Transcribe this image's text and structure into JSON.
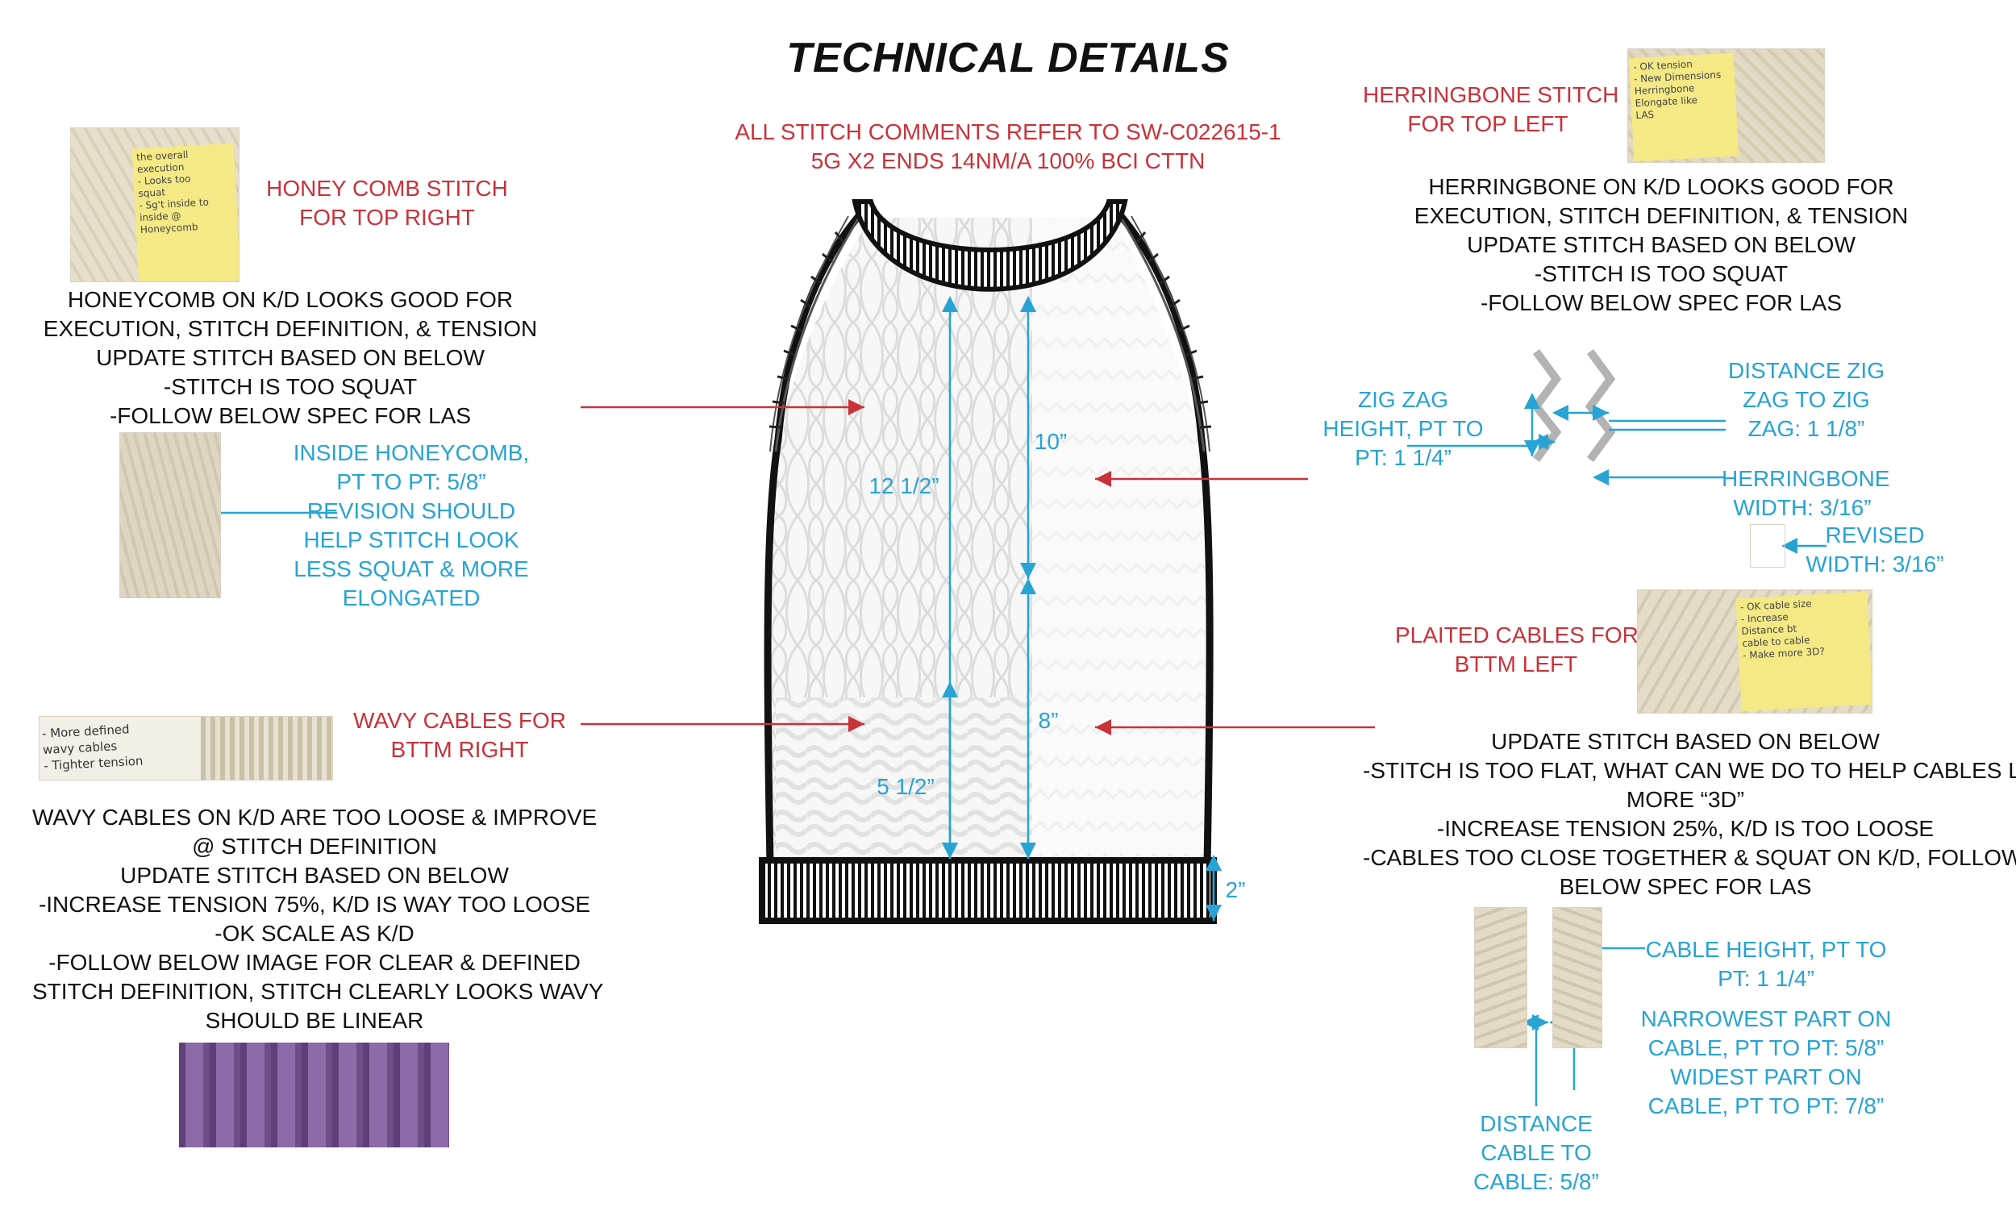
{
  "title": "TECHNICAL DETAILS",
  "header_ref": {
    "line1": "ALL STITCH COMMENTS REFER TO SW-C022615-1",
    "line2": "5G X2 ENDS 14NM/A 100% BCI CTTN"
  },
  "honeycomb": {
    "label_l1": "HONEY COMB STITCH",
    "label_l2": "FOR TOP RIGHT",
    "note": [
      "the overall",
      "execution",
      "- Looks too",
      "squat",
      "- Sg't inside to",
      "inside @",
      "Honeycomb"
    ],
    "comments": [
      "HONEYCOMB ON K/D LOOKS GOOD FOR",
      "EXECUTION, STITCH DEFINITION, & TENSION",
      "UPDATE STITCH BASED ON BELOW",
      "-STITCH IS TOO SQUAT",
      "-FOLLOW BELOW SPEC FOR LAS"
    ],
    "spec": [
      "INSIDE HONEYCOMB,",
      "PT TO PT: 5/8”",
      "REVISION SHOULD",
      "HELP STITCH LOOK",
      "LESS SQUAT & MORE",
      "ELONGATED"
    ]
  },
  "wavy": {
    "label_l1": "WAVY CABLES FOR",
    "label_l2": "BTTM RIGHT",
    "note": [
      "- More defined",
      "wavy cables",
      "- Tighter tension"
    ],
    "comments": [
      "WAVY CABLES ON K/D ARE TOO LOOSE & IMPROVE",
      "@ STITCH DEFINITION",
      "UPDATE STITCH BASED ON BELOW",
      "-INCREASE TENSION 75%, K/D IS WAY TOO LOOSE",
      "-OK SCALE AS K/D",
      "-FOLLOW BELOW IMAGE FOR CLEAR & DEFINED",
      "STITCH DEFINITION, STITCH CLEARLY LOOKS WAVY",
      "SHOULD BE LINEAR"
    ]
  },
  "herringbone": {
    "label_l1": "HERRINGBONE STITCH",
    "label_l2": "FOR TOP LEFT",
    "note": [
      "- OK tension",
      "- New Dimensions",
      "Herringbone",
      "Elongate like",
      "LAS"
    ],
    "comments": [
      "HERRINGBONE ON K/D LOOKS GOOD FOR",
      "EXECUTION, STITCH DEFINITION, & TENSION",
      "UPDATE STITCH BASED ON BELOW",
      "-STITCH IS TOO SQUAT",
      "-FOLLOW BELOW SPEC FOR LAS"
    ],
    "zigzag_height": [
      "ZIG ZAG",
      "HEIGHT, PT TO",
      "PT: 1 1/4”"
    ],
    "zigzag_distance": [
      "DISTANCE ZIG",
      "ZAG TO ZIG",
      "ZAG: 1 1/8”"
    ],
    "width": [
      "HERRINGBONE",
      "WIDTH: 3/16”"
    ],
    "revised": [
      "REVISED",
      "WIDTH: 3/16”"
    ]
  },
  "plaited": {
    "label_l1": "PLAITED CABLES FOR",
    "label_l2": "BTTM LEFT",
    "note": [
      "- OK cable size",
      "- Increase",
      "Distance bt",
      "cable to cable",
      "- Make more 3D?"
    ],
    "comments": [
      "UPDATE STITCH BASED ON BELOW",
      "-STITCH IS TOO FLAT, WHAT CAN WE DO TO HELP CABLES LOOK",
      "MORE “3D”",
      "-INCREASE TENSION 25%, K/D IS TOO LOOSE",
      "-CABLES TOO CLOSE TOGETHER & SQUAT ON K/D, FOLLOW",
      "BELOW SPEC FOR LAS"
    ],
    "cable_height": [
      "CABLE HEIGHT, PT TO",
      "PT: 1 1/4”"
    ],
    "narrow_wide": [
      "NARROWEST PART ON",
      "CABLE, PT TO PT: 5/8”",
      "WIDEST PART ON",
      "CABLE, PT TO PT: 7/8”"
    ],
    "distance": [
      "DISTANCE",
      "CABLE TO",
      "CABLE: 5/8”"
    ]
  },
  "measurements": {
    "m1": "12 1/2”",
    "m2": "5 1/2”",
    "m3": "10”",
    "m4": "8”",
    "m5": "2”"
  },
  "colors": {
    "label_red": "#c8323a",
    "dimension_blue": "#27a3d4",
    "garment_outline": "#111111",
    "purple_swatch": "#7b5a93"
  }
}
